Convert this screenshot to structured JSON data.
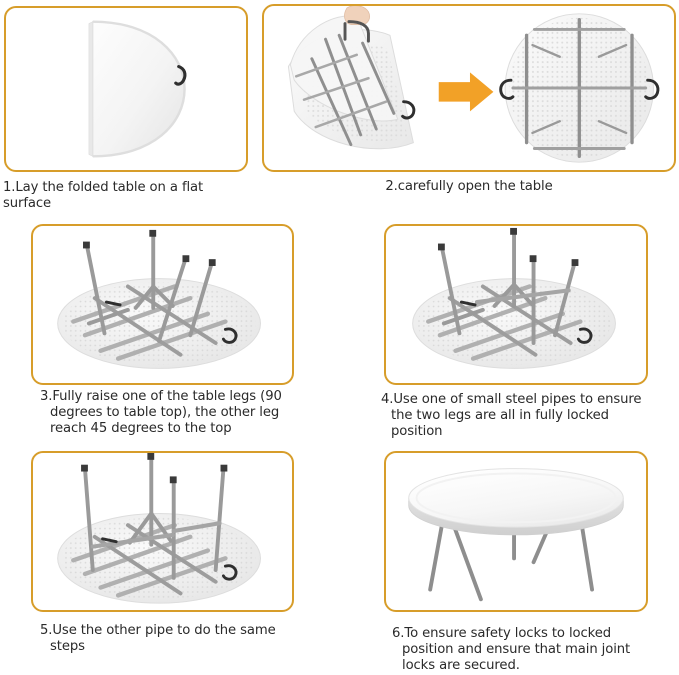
{
  "document": {
    "title": "Folding Round Table Assembly Instructions",
    "border_color": "#d79d2a",
    "arrow_color": "#f2a127",
    "text_color": "#2a2a2a",
    "tabletop_color": "#f2f2f2",
    "frame_color": "#9b9b9b"
  },
  "steps": [
    {
      "id": "step-1",
      "number": "1",
      "caption": "1.Lay the folded table on a flat surface",
      "illustration": "folded-table-half-circle",
      "align": "left"
    },
    {
      "id": "step-2",
      "number": "2",
      "caption": "2.carefully open the table",
      "illustration": "opening-table-with-arrow-to-open-table",
      "align": "center",
      "arrow": "right-arrow"
    },
    {
      "id": "step-3",
      "number": "3",
      "caption": "3.Fully raise one of the table legs (90\ndegrees to table top), the other leg\nreach 45 degrees to the top",
      "illustration": "table-underside-legs-partially-raised",
      "align": "left"
    },
    {
      "id": "step-4",
      "number": "4",
      "caption": "4.Use one of small steel pipes to ensure\nthe two legs are all in fully locked\nposition",
      "illustration": "table-underside-one-pipe-locked",
      "align": "left"
    },
    {
      "id": "step-5",
      "number": "5",
      "caption": "5.Use the other pipe to do the same\nsteps",
      "illustration": "table-underside-both-pipes-locked",
      "align": "left"
    },
    {
      "id": "step-6",
      "number": "6",
      "caption": "6.To ensure safety locks to locked\nposition and ensure that main joint\nlocks are secured.",
      "illustration": "finished-round-table-upright",
      "align": "left"
    }
  ]
}
